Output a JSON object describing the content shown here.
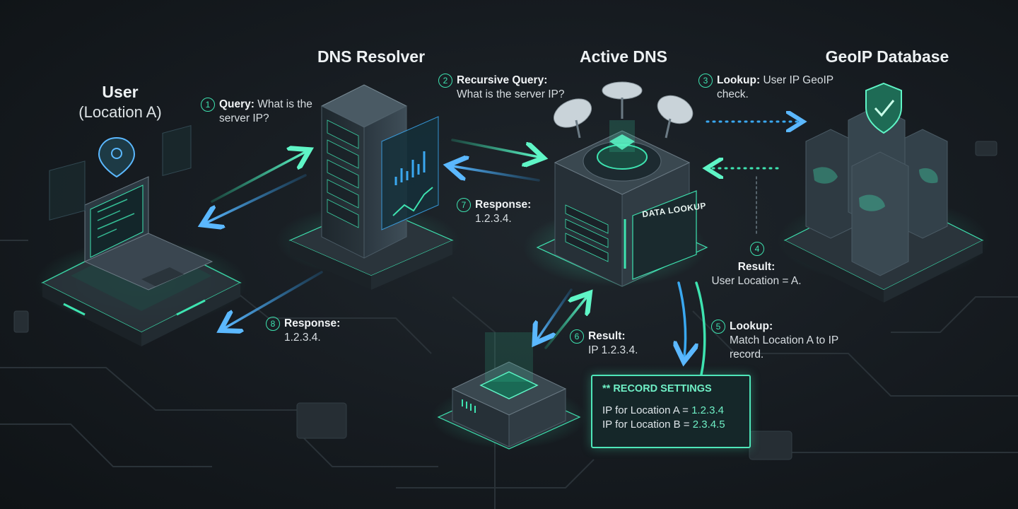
{
  "nodes": {
    "user": {
      "title": "User",
      "subtitle": "(Location A)"
    },
    "resolver": {
      "title": "DNS Resolver"
    },
    "active_dns": {
      "title": "Active DNS",
      "panel_label": "DATA LOOKUP"
    },
    "geoip": {
      "title": "GeoIP Database"
    }
  },
  "steps": [
    {
      "num": "1",
      "label": "Query:",
      "text": "What is the server IP?"
    },
    {
      "num": "2",
      "label": "Recursive Query:",
      "text": "What is the server IP?"
    },
    {
      "num": "3",
      "label": "Lookup:",
      "text": "User IP GeoIP check."
    },
    {
      "num": "4",
      "label": "Result:",
      "text": "User Location = A."
    },
    {
      "num": "5",
      "label": "Lookup:",
      "text": "Match Location A to IP record."
    },
    {
      "num": "6",
      "label": "Result:",
      "text": "IP 1.2.3.4."
    },
    {
      "num": "7",
      "label": "Response:",
      "text": "1.2.3.4."
    },
    {
      "num": "8",
      "label": "Response:",
      "text": "1.2.3.4."
    }
  ],
  "record_settings": {
    "title": "** RECORD SETTINGS",
    "rows": [
      {
        "label": "IP for Location A = ",
        "ip": "1.2.3.4"
      },
      {
        "label": "IP for Location B = ",
        "ip": "2.3.4.5"
      }
    ]
  },
  "colors": {
    "accent_green": "#3ee3b0",
    "accent_blue": "#3aa8f0",
    "background": "#161b20"
  },
  "icons": [
    "location-pin-icon",
    "laptop-icon",
    "server-tower-icon",
    "satellite-dish-icon",
    "shield-check-icon",
    "world-map-icon",
    "database-server-icon"
  ]
}
